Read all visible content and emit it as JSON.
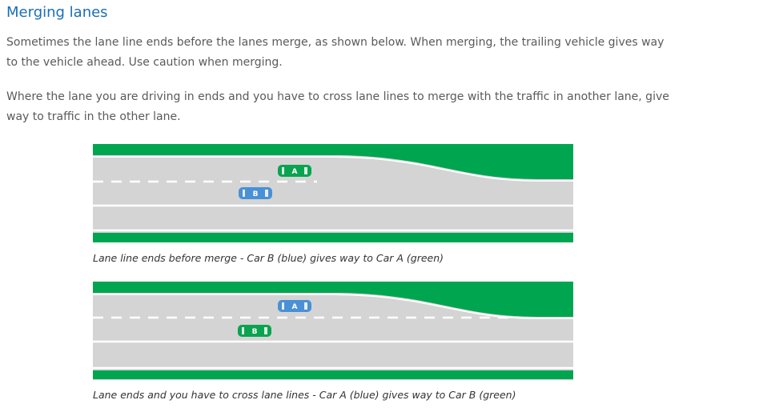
{
  "article": {
    "heading": "Merging lanes",
    "paragraphs": [
      "Sometimes the lane line ends before the lanes merge, as shown below. When merging, the trailing vehicle gives way to the vehicle ahead. Use caution when merging.",
      "Where the lane you are driving in ends and you have to cross lane lines to merge with the traffic in another lane, give way to traffic in the other lane."
    ]
  },
  "diagrams": [
    {
      "caption": "Lane line ends before merge - Car B (blue) gives way to Car A (green)",
      "cars": [
        {
          "label": "A",
          "color": "#0aa34f"
        },
        {
          "label": "B",
          "color": "#4a90d6"
        }
      ]
    },
    {
      "caption": "Lane ends and you have to cross lane lines - Car A (blue) gives way to Car B (green)",
      "cars": [
        {
          "label": "A",
          "color": "#4a90d6"
        },
        {
          "label": "B",
          "color": "#0aa34f"
        }
      ]
    }
  ],
  "colors": {
    "heading": "#1a6fb5",
    "verge": "#00a550",
    "road": "#d4d4d4",
    "line": "#ffffff"
  }
}
